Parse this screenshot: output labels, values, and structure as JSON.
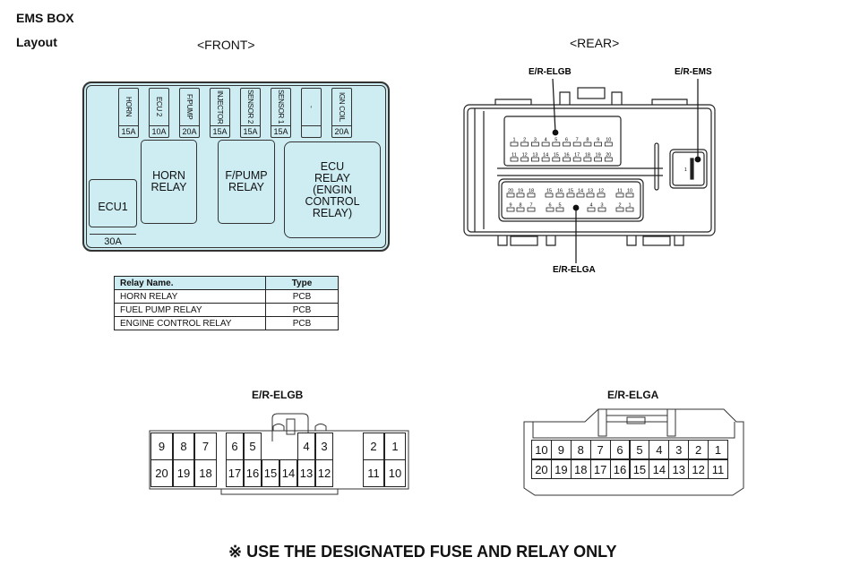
{
  "header": {
    "title": "EMS BOX",
    "subtitle": "Layout",
    "front_label": "<FRONT>",
    "rear_label": "<REAR>"
  },
  "fuses": [
    {
      "name": "HORN",
      "amp": "15A"
    },
    {
      "name": "ECU 2",
      "amp": "10A"
    },
    {
      "name": "F/PUMP",
      "amp": "20A"
    },
    {
      "name": "INJECTOR",
      "amp": "15A"
    },
    {
      "name": "SENSOR 2",
      "amp": "15A"
    },
    {
      "name": "SENSOR 1",
      "amp": "15A"
    },
    {
      "name": "-",
      "amp": ""
    },
    {
      "name": "IGN COIL",
      "amp": "20A"
    }
  ],
  "ecu1": {
    "name": "ECU1",
    "amp": "30A"
  },
  "relays": {
    "horn": "HORN\nRELAY",
    "fpump": "F/PUMP\nRELAY",
    "ecu": "ECU\nRELAY\n(ENGIN\nCONTROL\nRELAY)"
  },
  "relay_table": {
    "headers": [
      "Relay Name.",
      "Type"
    ],
    "rows": [
      [
        "HORN RELAY",
        "PCB"
      ],
      [
        "FUEL PUMP RELAY",
        "PCB"
      ],
      [
        "ENGINE CONTROL RELAY",
        "PCB"
      ]
    ]
  },
  "rear": {
    "labels": {
      "elgb": "E/R-ELGB",
      "ems": "E/R-EMS",
      "elga": "E/R-ELGA"
    },
    "elgb_row1": [
      "1",
      "2",
      "3",
      "4",
      "5",
      "6",
      "7",
      "8",
      "9",
      "10"
    ],
    "elgb_row2": [
      "11",
      "12",
      "13",
      "14",
      "15",
      "16",
      "17",
      "18",
      "19",
      "20"
    ],
    "elga_row1": [
      "20",
      "19",
      "18",
      "15",
      "16",
      "15",
      "14",
      "13",
      "12",
      "11",
      "10"
    ],
    "elga_row2": [
      "9",
      "8",
      "7",
      "6",
      "5",
      "4",
      "3",
      "2",
      "1"
    ],
    "ems_pin": "1"
  },
  "elgb_connector": {
    "title": "E/R-ELGB",
    "top": [
      "9",
      "8",
      "7",
      "6",
      "5",
      "4",
      "3",
      "2",
      "1"
    ],
    "bottom": [
      "20",
      "19",
      "18",
      "17",
      "16",
      "15",
      "14",
      "13",
      "12",
      "11",
      "10"
    ]
  },
  "elga_connector": {
    "title": "E/R-ELGA",
    "top": [
      "10",
      "9",
      "8",
      "7",
      "6",
      "5",
      "4",
      "3",
      "2",
      "1"
    ],
    "bottom": [
      "20",
      "19",
      "18",
      "17",
      "16",
      "15",
      "14",
      "13",
      "12",
      "11"
    ]
  },
  "footer": "※ USE THE DESIGNATED FUSE AND RELAY ONLY",
  "colors": {
    "box_fill": "#cdedf3",
    "line": "#222222"
  }
}
